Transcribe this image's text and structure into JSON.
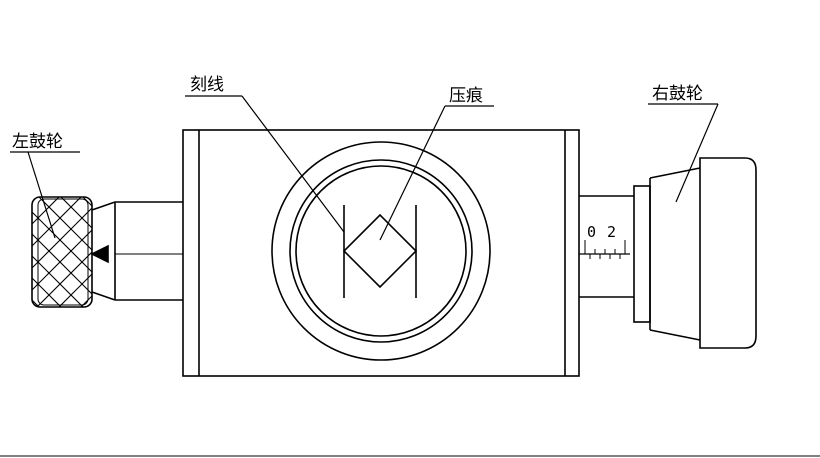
{
  "labels": {
    "reticle": "刻线",
    "indentation": "压痕",
    "left_drum": "左鼓轮",
    "right_drum": "右鼓轮"
  },
  "scale": {
    "tick_0": "0",
    "tick_2": "2"
  },
  "colors": {
    "line": "#000000",
    "background": "#ffffff"
  }
}
